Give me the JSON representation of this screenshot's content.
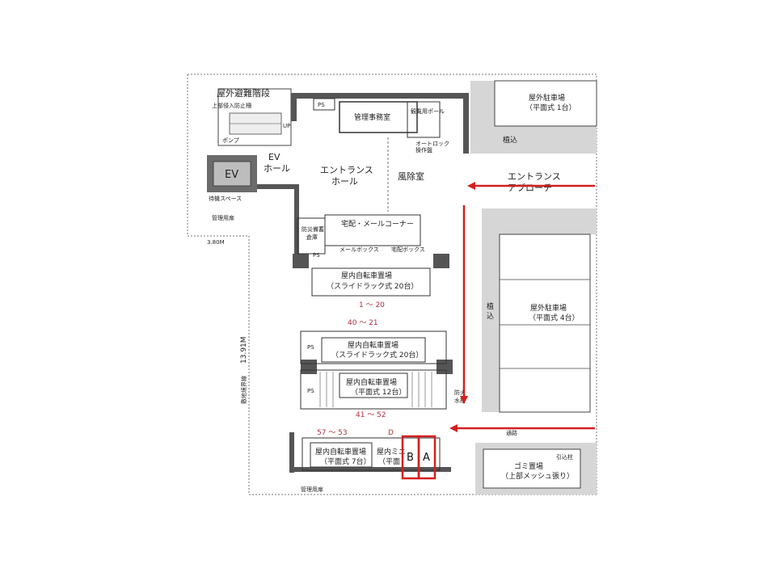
{
  "floor_plan": {
    "outdoor_evacuation_stair": "屋外避難階段",
    "upper_intrusion_prevention": "上部侵入防止柵",
    "pump_room": "ポンプ",
    "up_mark": "UP",
    "ps": "PS",
    "management_office": "管理事務室",
    "garbage_pole": "観覧用ポール",
    "auto_lock_panel": "オートロック\n操作盤",
    "ev": "EV",
    "ev_hall": "EV\nホール",
    "entrance_hall": "エントランス\nホール",
    "windbreak_room": "風除室",
    "entrance_approach": "エントランス\nアプローチ",
    "waiting_space": "待機スペース",
    "management_path": "管理用扉",
    "dimension_left_top": "3.80M",
    "dimension_left_side": "13.91M",
    "boundary_label": "敷地境界線",
    "delivery_corner": "宅配・メールコーナー",
    "disaster_storage": "防災備蓄\n倉庫",
    "mail_box": "メールボックス",
    "delivery_box": "宅配ボックス",
    "indoor_bicycle_1": "屋内自転車置場\n（スライドラック式 20台）",
    "range_1": "1 ～ 20",
    "range_2": "40 ～ 21",
    "indoor_bicycle_2": "屋内自転車置場\n（スライドラック式 20台）",
    "indoor_bicycle_3": "屋内自転車置場\n（平面式 12台）",
    "range_3": "41 ～ 52",
    "range_4": "57 ～ 53",
    "range_d": "D",
    "indoor_bicycle_4": "屋内自転車置場\n（平面式 7台）",
    "indoor_mini": "屋内ミニ\n（平面",
    "marker_b": "B",
    "marker_a": "A",
    "outdoor_parking_1": "屋外駐車場\n（平面式 1台）",
    "planting_top": "植込",
    "outdoor_parking_4": "屋外駐車場\n（平面式 4台）",
    "planting_side": "植込",
    "garbage_area": "ゴミ置場\n（上部メッシュ張り）",
    "pull_post": "引込柱",
    "passage": "通路",
    "underground_fire_tank": "防火\n水槽",
    "bottom_management_door": "管理用扉",
    "accent_red": "#d42020"
  }
}
